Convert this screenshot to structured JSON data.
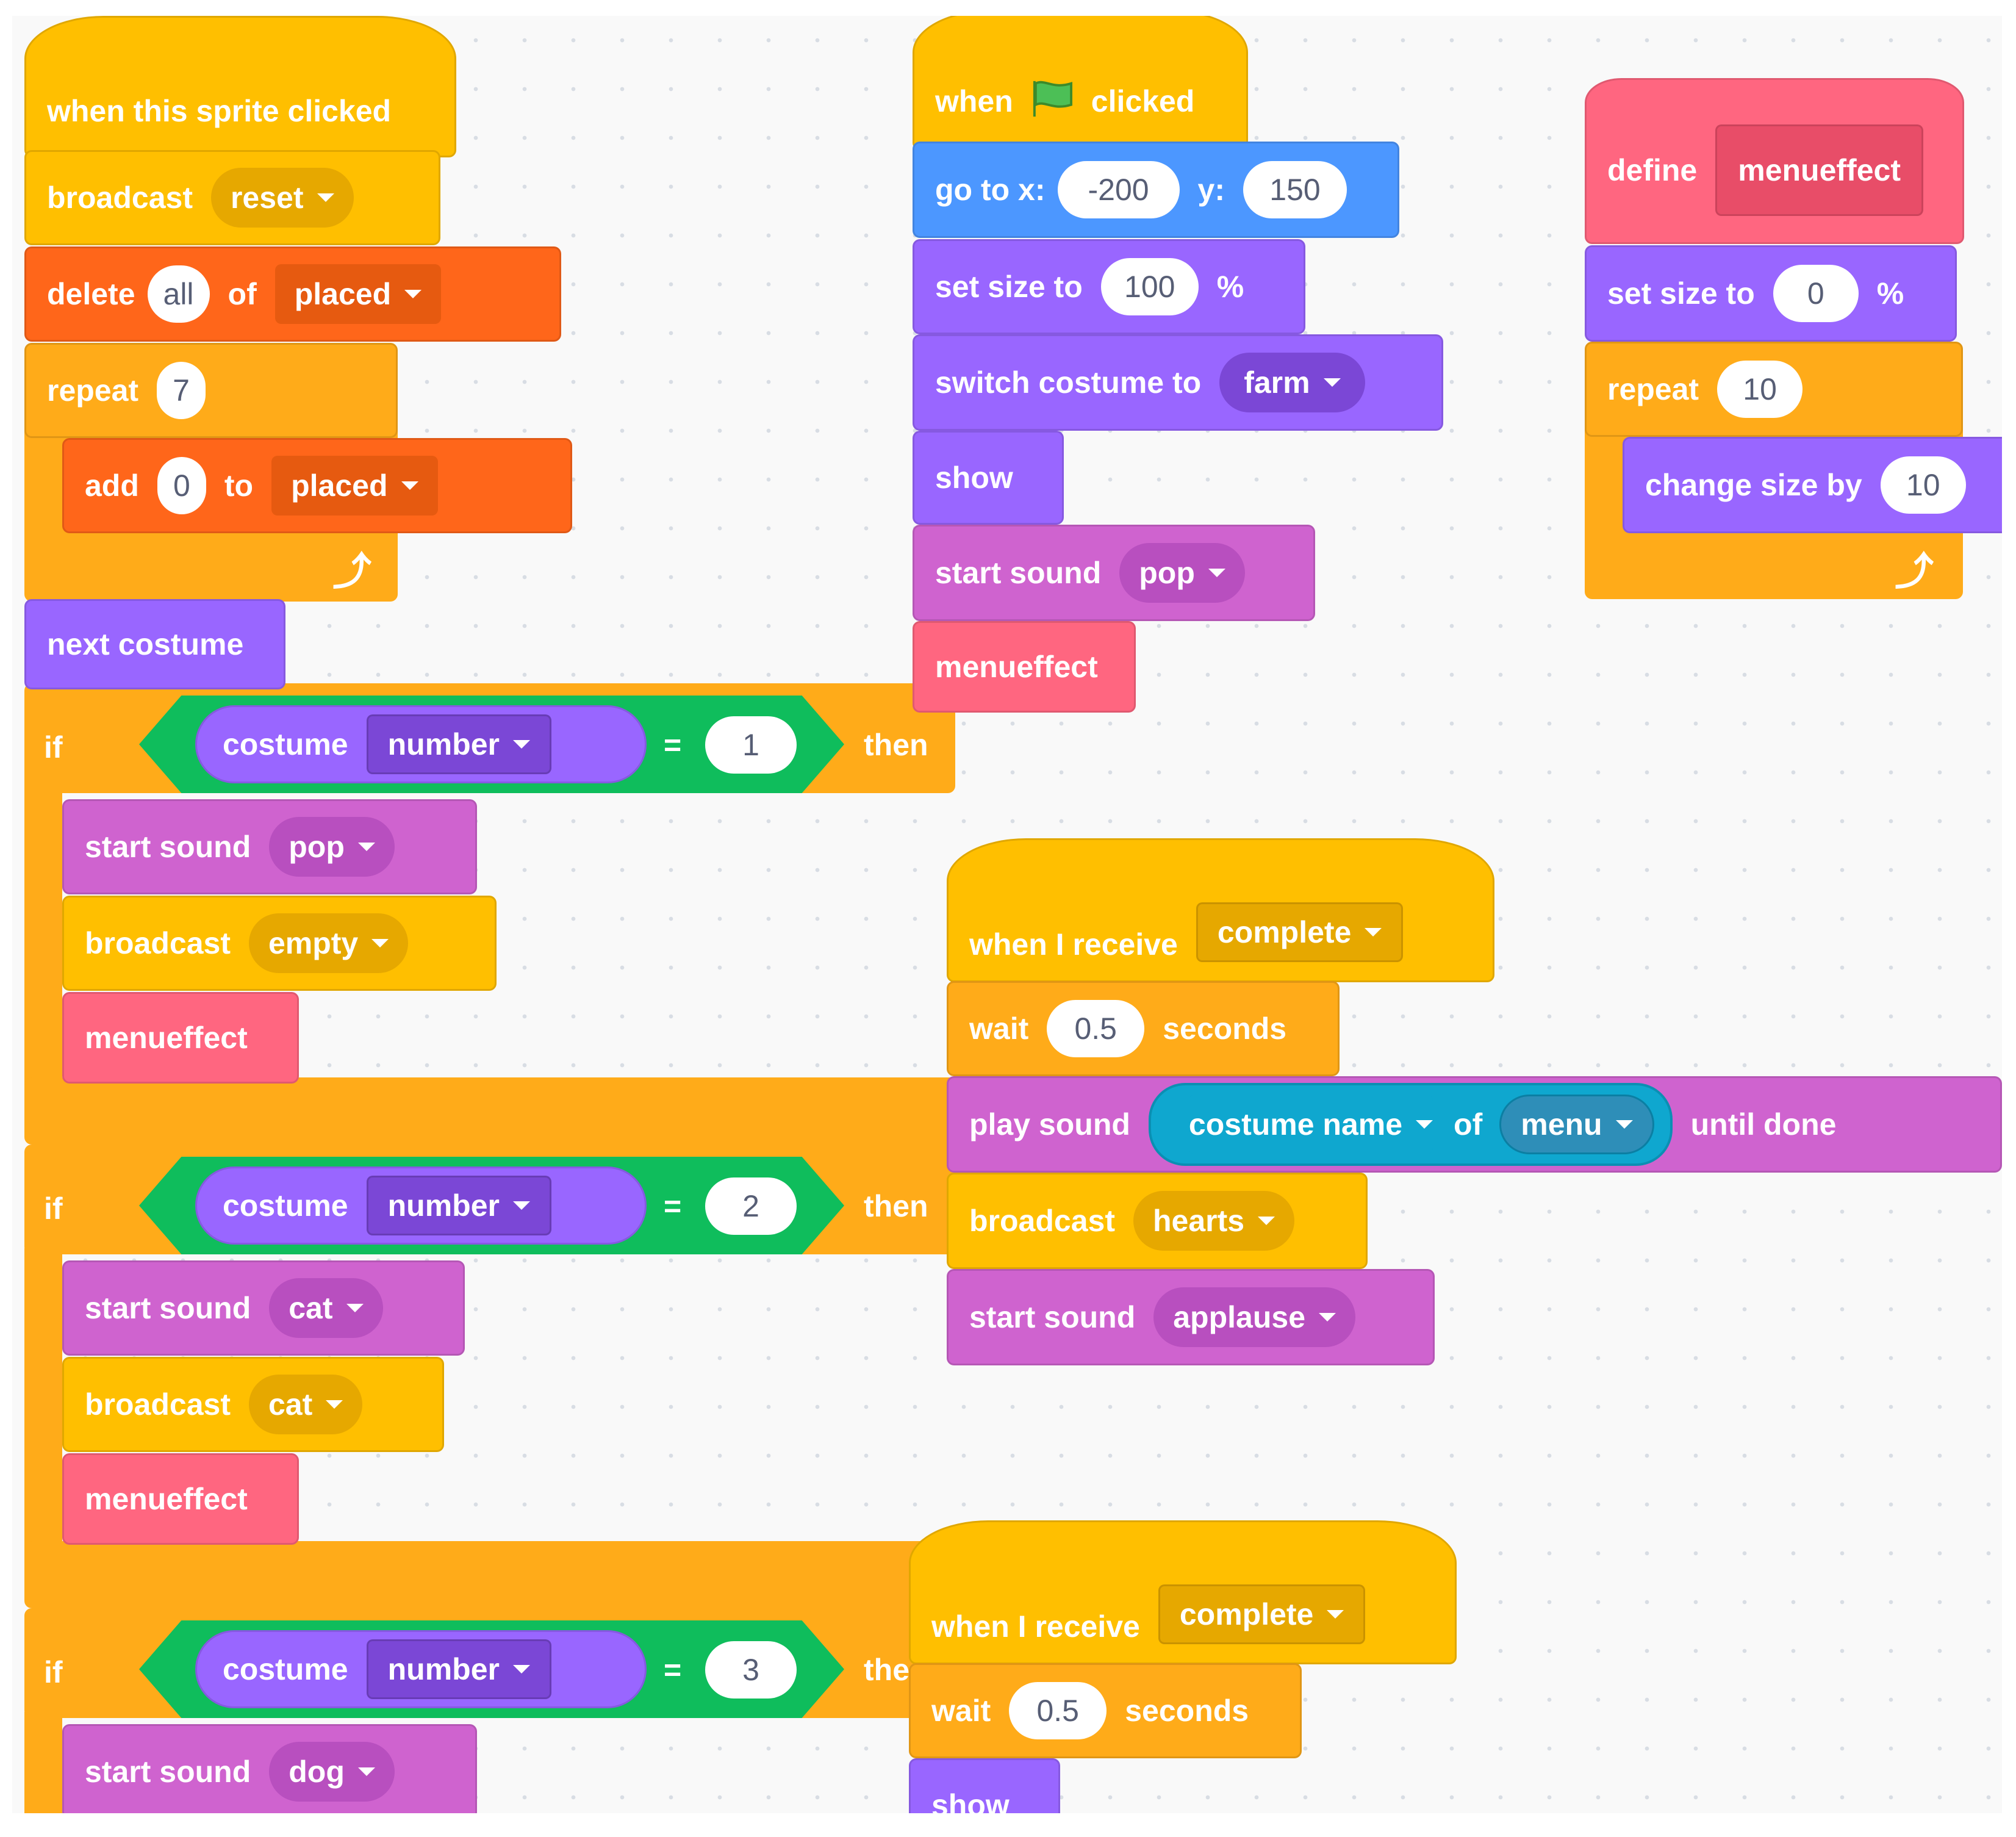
{
  "colors": {
    "events": "#ffbf00",
    "control": "#ffab19",
    "looks": "#9966ff",
    "motion": "#4c97ff",
    "sound": "#cf63cf",
    "data": "#ff661a",
    "my_blocks": "#ff6680",
    "operators": "#0fbd5c",
    "sensing": "#0fa7cf"
  },
  "script1": {
    "hat": "when this sprite clicked",
    "broadcast": {
      "label": "broadcast",
      "value": "reset"
    },
    "delete": {
      "label": "delete",
      "item": "all",
      "of": "of",
      "list": "placed"
    },
    "repeat": {
      "label": "repeat",
      "count": "7"
    },
    "add": {
      "label": "add",
      "value": "0",
      "to": "to",
      "list": "placed"
    },
    "next_costume": "next costume",
    "if1": {
      "if": "if",
      "costume": "costume",
      "prop": "number",
      "eq": "=",
      "value": "1",
      "then": "then",
      "sound_label": "start sound",
      "sound": "pop",
      "broadcast_label": "broadcast",
      "broadcast": "empty",
      "call": "menueffect"
    },
    "if2": {
      "if": "if",
      "costume": "costume",
      "prop": "number",
      "eq": "=",
      "value": "2",
      "then": "then",
      "sound_label": "start sound",
      "sound": "cat",
      "broadcast_label": "broadcast",
      "broadcast": "cat",
      "call": "menueffect"
    },
    "if3": {
      "if": "if",
      "costume": "costume",
      "prop": "number",
      "eq": "=",
      "value": "3",
      "then": "the",
      "sound_label": "start sound",
      "sound": "dog"
    }
  },
  "script2": {
    "hat_when": "when",
    "hat_clicked": "clicked",
    "goto": {
      "label": "go to x:",
      "x": "-200",
      "y_label": "y:",
      "y": "150"
    },
    "setsize": {
      "label": "set size to",
      "value": "100",
      "unit": "%"
    },
    "switch": {
      "label": "switch costume to",
      "value": "farm"
    },
    "show": "show",
    "sound": {
      "label": "start sound",
      "value": "pop"
    },
    "call": "menueffect"
  },
  "script3": {
    "define": "define",
    "name": "menueffect",
    "setsize": {
      "label": "set size to",
      "value": "0",
      "unit": "%"
    },
    "repeat": {
      "label": "repeat",
      "count": "10"
    },
    "change": {
      "label": "change size by",
      "value": "10"
    }
  },
  "script4": {
    "hat": "when I receive",
    "message": "complete",
    "wait": {
      "label": "wait",
      "value": "0.5",
      "unit": "seconds"
    },
    "play": {
      "label": "play sound",
      "prop": "costume name",
      "of": "of",
      "target": "menu",
      "until": "until done"
    },
    "broadcast": {
      "label": "broadcast",
      "value": "hearts"
    },
    "sound": {
      "label": "start sound",
      "value": "applause"
    }
  },
  "script5": {
    "hat": "when I receive",
    "message": "complete",
    "wait": {
      "label": "wait",
      "value": "0.5",
      "unit": "seconds"
    },
    "show": "show"
  }
}
